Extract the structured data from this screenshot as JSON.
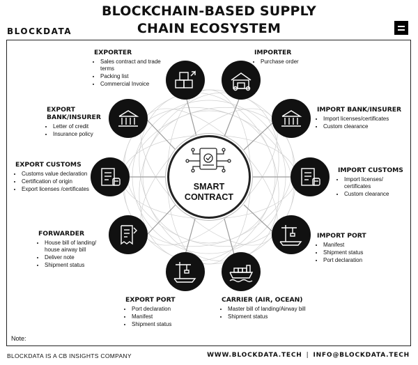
{
  "header": {
    "title_line1": "BLOCKCHAIN-BASED SUPPLY",
    "title_line2": "CHAIN ECOSYSTEM",
    "brand": "BLOCKDATA",
    "brand_mark_icon": "blockdata-logo-icon"
  },
  "center": {
    "label_line1": "SMART",
    "label_line2": "CONTRACT",
    "icon": "smart-contract-document-icon"
  },
  "nodes": [
    {
      "key": "exporter",
      "title": "EXPORTER",
      "items": [
        "Sales contract and trade terms",
        "Packing list",
        "Commercial Invoice"
      ],
      "icon": "boxes-icon"
    },
    {
      "key": "importer",
      "title": "IMPORTER",
      "items": [
        "Purchase order"
      ],
      "icon": "warehouse-icon"
    },
    {
      "key": "export_bank",
      "title_line1": "EXPORT",
      "title_line2": "BANK/INSURER",
      "items": [
        "Letter of credit",
        "Insurance policy"
      ],
      "icon": "bank-icon"
    },
    {
      "key": "import_bank",
      "title": "IMPORT BANK/INSURER",
      "items": [
        "Import licenses/certificates",
        "Custom clearance"
      ],
      "icon": "bank-icon"
    },
    {
      "key": "export_customs",
      "title": "EXPORT CUSTOMS",
      "items": [
        "Customs value declaration",
        "Certification of origin",
        "Export licenses /certificates"
      ],
      "icon": "customs-document-icon"
    },
    {
      "key": "import_customs",
      "title": "IMPORT CUSTOMS",
      "items": [
        "Import licenses/ certificates",
        "Custom clearance"
      ],
      "icon": "customs-document-icon"
    },
    {
      "key": "forwarder",
      "title": "FORWARDER",
      "items": [
        "House bill of landing/ house airway bill",
        "Deliver note",
        "Shipment status"
      ],
      "icon": "receipt-icon"
    },
    {
      "key": "import_port",
      "title": "IMPORT PORT",
      "items": [
        "Manifest",
        "Shipment status",
        "Port declaration"
      ],
      "icon": "port-crane-icon"
    },
    {
      "key": "export_port",
      "title": "EXPORT PORT",
      "items": [
        "Port declaration",
        "Manifest",
        "Shipment status"
      ],
      "icon": "port-crane-icon"
    },
    {
      "key": "carrier",
      "title": "CARRIER (AIR, OCEAN)",
      "items": [
        "Master bill of landing/Airway bill",
        "Shipment status"
      ],
      "icon": "cargo-ship-icon"
    }
  ],
  "note_label": "Note:",
  "footer": {
    "left": "BLOCKDATA IS A CB INSIGHTS COMPANY",
    "website": "WWW.BLOCKDATA.TECH",
    "separator": "|",
    "email": "INFO@BLOCKDATA.TECH"
  }
}
